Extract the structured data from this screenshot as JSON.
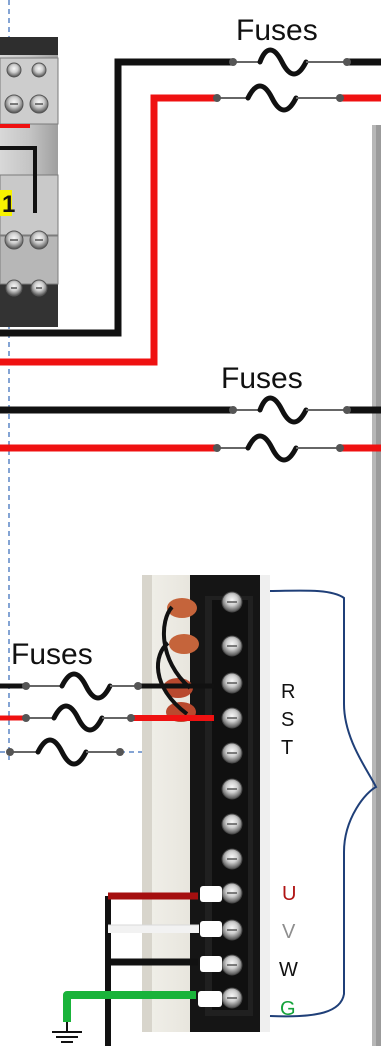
{
  "diagram": {
    "fuse_labels": [
      "Fuses",
      "Fuses",
      "Fuses"
    ],
    "terminal_labels": {
      "r": "R",
      "s": "S",
      "t": "T",
      "u": "U",
      "v": "V",
      "w": "W",
      "g": "G"
    },
    "contactor_badge": "1",
    "colors": {
      "black_wire": "#111111",
      "red_wire": "#ef1111",
      "white_wire": "#f2f2f2",
      "green_wire": "#19b33a",
      "dark_red_wire": "#a50f0f",
      "fuse_symbol": "#111111",
      "guide_blue": "#5c86c6",
      "bracket_blue": "#1f3f78",
      "terminal_u": "#b01414",
      "terminal_v": "#8e8e8e",
      "terminal_w": "#111111",
      "terminal_g": "#14a23a",
      "badge_yellow": "#f6f200",
      "panel_gray": "#b7b7b7",
      "panel_dark": "#3f3f3f"
    },
    "icons": {
      "contactor": "contactor-photo",
      "terminal_strip": "terminal-block-photo",
      "ground": "ground-icon",
      "fuse": "fuse-icon"
    }
  }
}
